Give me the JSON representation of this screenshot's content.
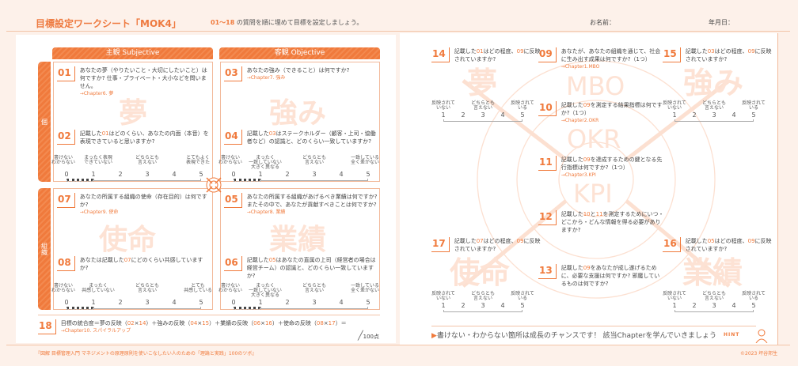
{
  "header": {
    "title": "目標設定ワークシート「MOK4」",
    "subtitle_range": "01～18",
    "subtitle_rest": "の質問を順に埋めて目標を設定しましょう。",
    "name_label": "お名前：",
    "date_label": "年月日："
  },
  "columns": {
    "subjective": "主観 Subjective",
    "objective": "客観 Objective"
  },
  "rows": {
    "individual": "個",
    "organization": "組織"
  },
  "watermarks": {
    "dream": "夢",
    "strength": "強み",
    "mission": "使命",
    "results": "業績",
    "mbo": "MBO",
    "okr": "OKR",
    "kpi": "KPI"
  },
  "questions": {
    "q01": {
      "num": "01",
      "text": "あなたの夢（やりたいこと・大切にしたいこと）は何ですか? 仕事・プライベート・大小などを問いません。",
      "chapter": "→Chapter6. 夢"
    },
    "q02": {
      "num": "02",
      "text": "記載した01はどのくらい、あなたの内面（本音）を表現できていると思いますか?"
    },
    "q03": {
      "num": "03",
      "text": "あなたの強み（できること）は何ですか?",
      "chapter": "→Chapter7. 強み"
    },
    "q04": {
      "num": "04",
      "text": "記載した03はステークホルダー（顧客・上司・協働者など）の認識と、どのくらい一致していますか?"
    },
    "q07": {
      "num": "07",
      "text": "あなたの所属する組織の使命（存在目的）は何ですか?",
      "chapter": "→Chapter9. 使命"
    },
    "q08": {
      "num": "08",
      "text": "あなたは記載した07にどのくらい共感していますか?"
    },
    "q05": {
      "num": "05",
      "text": "あなたの所属する組織があげるべき業績は何ですか? またその中で、あなたが貢献すべきことは何ですか?",
      "chapter": "→Chapter8. 業績"
    },
    "q06": {
      "num": "06",
      "text": "記載した05はあなたの直属の上司（経営者の場合は経営チーム）の認識と、どのくらい一致していますか?"
    },
    "q18": {
      "num": "18",
      "text": "目標の統合度＝夢の反映（02×14）＋強みの反映（04×15）＋業績の反映（06×16）＋使命の反映（08×17）＝",
      "chapter": "→Chapter10. スパイラルアップ",
      "score": "100点"
    },
    "q09": {
      "num": "09",
      "text": "あなたが、あなたの組織を通じて、社会に生み出す成果は何ですか?（1つ）",
      "chapter": "→Chapter1.MBO"
    },
    "q10": {
      "num": "10",
      "text": "記載した09を測定する結果指標は何ですか?（1つ）",
      "chapter": "→Chapter2.OKR"
    },
    "q11": {
      "num": "11",
      "text": "記載した09を達成するための鍵となる先行指標は何ですか?（1つ）",
      "chapter": "→Chapter3.KPI"
    },
    "q12": {
      "num": "12",
      "text": "記載した10と11を測定するためにいつ・どこから・どんな情報を得る必要がありますか?"
    },
    "q13": {
      "num": "13",
      "text": "記載した09をあなたが成し遂げるために、必要な支援は何ですか? 邪魔しているものは何ですか?"
    },
    "q14": {
      "num": "14",
      "text": "記載した01はどの程度、09に反映されていますか?"
    },
    "q15": {
      "num": "15",
      "text": "記載した03はどの程度、09に反映されていますか?"
    },
    "q16": {
      "num": "16",
      "text": "記載した05はどの程度、09に反映されていますか?"
    },
    "q17": {
      "num": "17",
      "text": "記載した07はどの程度、09に反映されていますか?"
    }
  },
  "scales": {
    "s02": {
      "nums": [
        "0",
        "1",
        "2",
        "3",
        "4",
        "5"
      ],
      "labels": [
        "書けない\nわからない",
        "まったく表現\nできていない",
        "どちらとも\n言えない",
        "とてもよく\n表現できた"
      ]
    },
    "s04": {
      "nums": [
        "0",
        "1",
        "2",
        "3",
        "4",
        "5"
      ],
      "labels": [
        "書けない\nわからない",
        "まったく\n一致していない\n大きく異なる",
        "どちらとも\n言えない",
        "一致している\n全く差がない"
      ]
    },
    "s08": {
      "nums": [
        "0",
        "1",
        "2",
        "3",
        "4",
        "5"
      ],
      "labels": [
        "書けない\nわからない",
        "まったく\n共感していない",
        "どちらとも\n言えない",
        "とても\n共感している"
      ]
    },
    "s06": {
      "nums": [
        "0",
        "1",
        "2",
        "3",
        "4",
        "5"
      ],
      "labels": [
        "書けない\nわからない",
        "まったく\n一致していない\n大きく異なる",
        "どちらとも\n言えない",
        "一致している\n全く差がない"
      ]
    },
    "reflect": {
      "nums": [
        "1",
        "2",
        "3",
        "4",
        "5"
      ],
      "labels": [
        "反映されて\nいない",
        "どちらとも\n言えない",
        "反映されて\nいる"
      ]
    }
  },
  "footer": {
    "hint": "書けない・わからない箇所は成長のチャンスです！ 該当Chapterを学んでいきましょう",
    "hint_tag": "HINT",
    "book": "『図解 目標管理入門 マネジメントの原理原則を使いこなしたい人のための「理論と実践」100のツボ』",
    "copyright": "©2023 坪谷邦生"
  }
}
